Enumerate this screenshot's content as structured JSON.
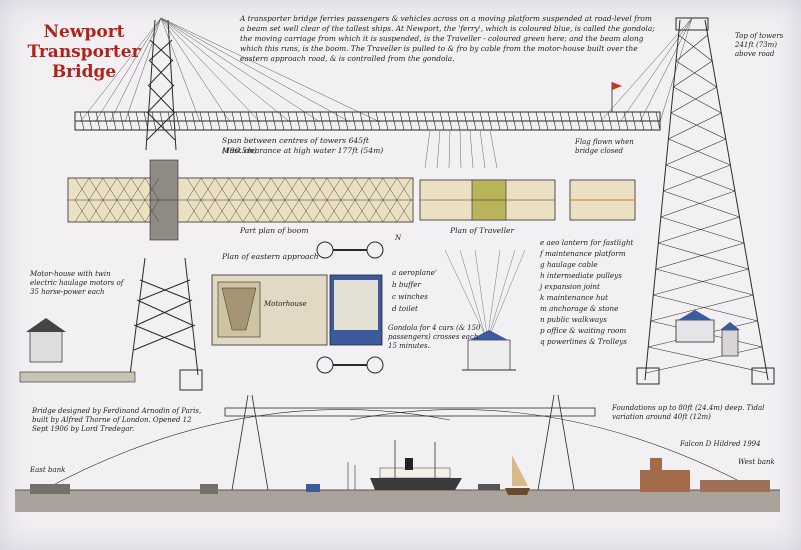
{
  "title": [
    "Newport",
    "Transporter",
    "Bridge"
  ],
  "intro": "A transporter bridge ferries passengers & vehicles across on a moving platform suspended at road-level from a beam set well clear of the tallest ships. At Newport, the 'ferry', which is coloured blue, is called the gondola; the moving carriage from which it is suspended, is the Traveller - coloured green here; and the beam along which this runs, is the boom. The Traveller is pulled to & fro by cable from the motor-house built over the eastern approach road, & is controlled from the gondola.",
  "notes": {
    "span": "Span between centres of towers 645ft (196.5m)",
    "clearance": "Mast clearance at high water 177ft (54m)",
    "flag": "Flag flown when bridge closed",
    "towers": "Top of towers 241ft (73m) above road",
    "part_plan": "Part plan of boom",
    "plan_traveller": "Plan of Traveller",
    "plan_approach": "Plan of eastern approach",
    "motor_house_desc": "Motor-house with twin electric haulage motors of 35 horse-power each",
    "motorhouse_label": "Motorhouse",
    "gondola": "Gondola for 4 cars (& 150 passengers) crosses each 15 minutes.",
    "designer": "Bridge designed by Ferdinand Arnodin of Paris, built by Alfred Thorne of London. Opened 12 Sept 1906 by Lord Tredegar.",
    "foundations": "Foundations up to 80ft (24.4m) deep. Tidal variation around 40ft (12m)",
    "signature": "Falcon D Hildred 1994",
    "east_bank": "East bank",
    "west_bank": "West bank",
    "north_marker": "N"
  },
  "legend_left": [
    {
      "key": "a",
      "text": "aeroplane'"
    },
    {
      "key": "b",
      "text": "buffer"
    },
    {
      "key": "c",
      "text": "winches"
    },
    {
      "key": "d",
      "text": "toilet"
    }
  ],
  "legend_right": [
    {
      "key": "e",
      "text": "aeo lantern for fastlight"
    },
    {
      "key": "f",
      "text": "maintenance platform"
    },
    {
      "key": "g",
      "text": "haulage cable"
    },
    {
      "key": "h",
      "text": "intermediate pulleys"
    },
    {
      "key": "j",
      "text": "expansion joint"
    },
    {
      "key": "k",
      "text": "maintenance hut"
    },
    {
      "key": "m",
      "text": "anchorage & stone"
    },
    {
      "key": "n",
      "text": "public walkways"
    },
    {
      "key": "p",
      "text": "office & waiting room"
    },
    {
      "key": "q",
      "text": "powerlines & Trolleys"
    }
  ],
  "colors": {
    "title": "#b0221a",
    "structure": "#2a2a2a",
    "traveller": "#b9b35a",
    "gondola": "#3c5a9c",
    "boom": "#d9cfae",
    "water": "#a9a39c"
  }
}
